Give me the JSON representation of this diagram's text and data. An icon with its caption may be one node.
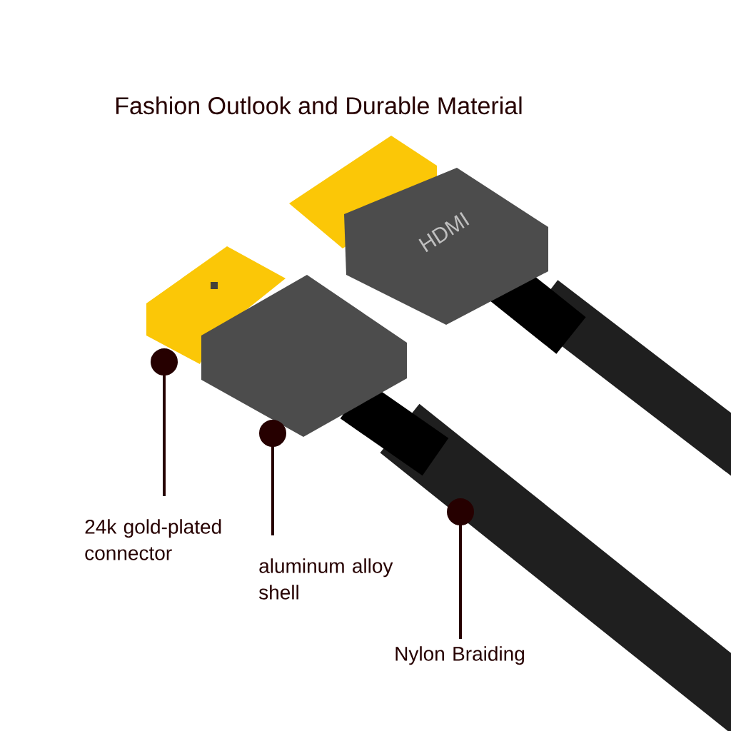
{
  "diagram": {
    "title": "Fashion Outlook and Durable Material",
    "nodes": [
      {
        "text": [
          "24k gold-plated connector"
        ]
      },
      {
        "text": [
          "aluminum alloy shell"
        ]
      },
      {
        "text": [
          "Nylon Braiding"
        ]
      }
    ],
    "edges": [
      {
        "from": 0,
        "to": null,
        "arrow": "other"
      },
      {
        "from": 1,
        "to": null,
        "arrow": "other"
      },
      {
        "from": 2,
        "to": null,
        "arrow": "other"
      }
    ],
    "labels": [
      "HDMI"
    ]
  }
}
